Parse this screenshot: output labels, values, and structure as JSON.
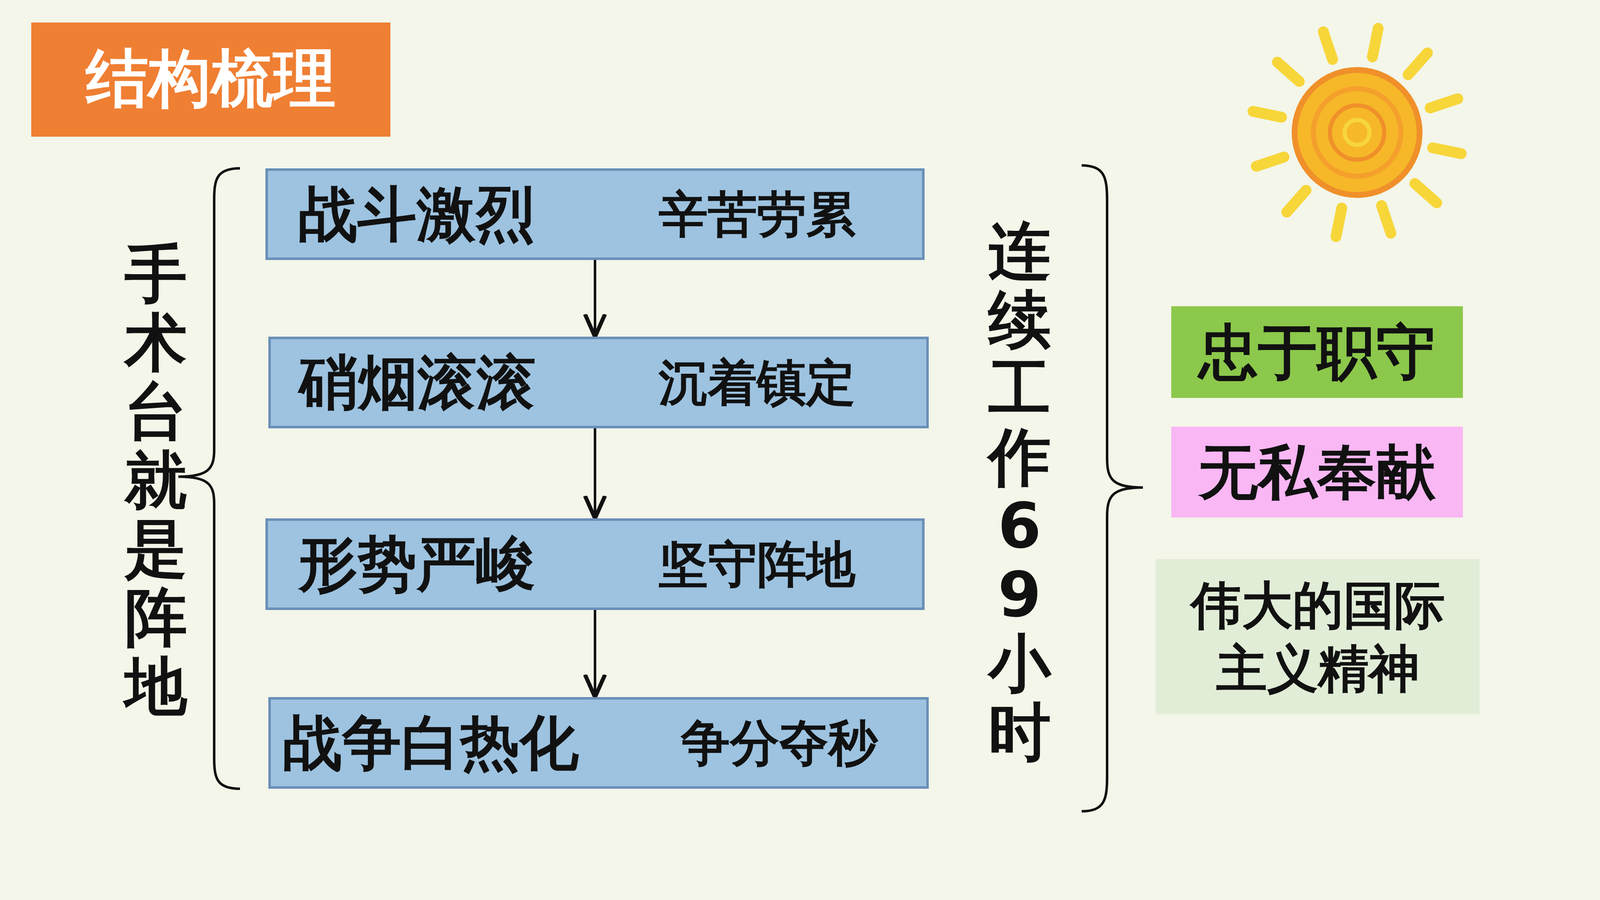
{
  "diagram": {
    "title": "结构梳理",
    "nodes": [
      {
        "text": [
          "战斗激烈",
          "辛苦劳累"
        ]
      },
      {
        "text": [
          "硝烟滚滚",
          "沉着镇定"
        ]
      },
      {
        "text": [
          "形势严峻",
          "坚守阵地"
        ]
      },
      {
        "text": [
          "战争白热化",
          "争分夺秒"
        ]
      },
      {
        "text": [
          "忠于职守"
        ]
      },
      {
        "text": [
          "无私奉献"
        ]
      },
      {
        "text": [
          "伟大的国际主义精神"
        ]
      }
    ],
    "edges": [
      {
        "from": 0,
        "to": 1,
        "arrow": "to"
      },
      {
        "from": 1,
        "to": 2,
        "arrow": "to"
      },
      {
        "from": 2,
        "to": 3,
        "arrow": "to"
      }
    ],
    "labels": [
      "手术台就是阵地",
      "连续工作69小时"
    ]
  }
}
